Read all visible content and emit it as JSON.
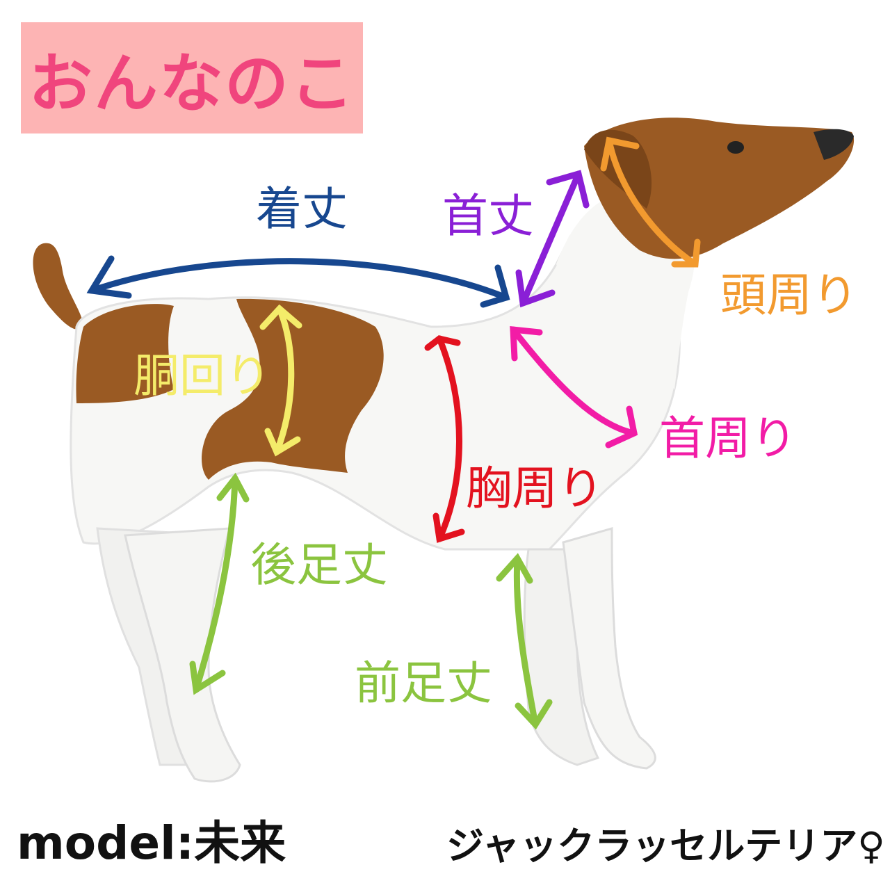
{
  "title": "おんなのこ",
  "colors": {
    "title_bg": "#fdb4b4",
    "title_text": "#f0457d",
    "length": "#17478f",
    "neck_length": "#8a1fd6",
    "head": "#f29a2f",
    "torso": "#f4ec6a",
    "chest": "#e3121f",
    "neck": "#f21ca6",
    "legs": "#8bc43f"
  },
  "labels": {
    "body_length": "着丈",
    "neck_length": "首丈",
    "head_girth": "頭周り",
    "torso_girth": "胴回り",
    "chest_girth": "胸周り",
    "neck_girth": "首周り",
    "hind_leg": "後足丈",
    "fore_leg": "前足丈"
  },
  "footer": {
    "model": "model:未来",
    "breed": "ジャックラッセルテリア♀"
  }
}
